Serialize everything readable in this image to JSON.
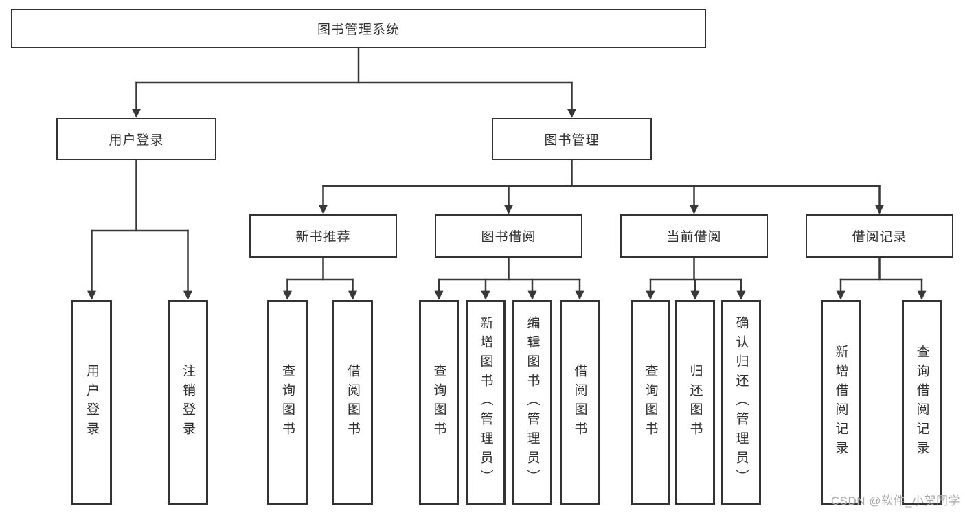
{
  "diagram": {
    "root": {
      "label": "图书管理系统"
    },
    "branches": [
      {
        "label": "用户登录",
        "children": [
          {
            "label": "用户登录"
          },
          {
            "label": "注销登录"
          }
        ]
      },
      {
        "label": "图书管理",
        "children": [
          {
            "label": "新书推荐",
            "children": [
              {
                "label": "查询图书"
              },
              {
                "label": "借阅图书"
              }
            ]
          },
          {
            "label": "图书借阅",
            "children": [
              {
                "label": "查询图书"
              },
              {
                "label": "新增图书（管理员）"
              },
              {
                "label": "编辑图书（管理员）"
              },
              {
                "label": "借阅图书"
              }
            ]
          },
          {
            "label": "当前借阅",
            "children": [
              {
                "label": "查询图书"
              },
              {
                "label": "归还图书"
              },
              {
                "label": "确认归还（管理员）"
              }
            ]
          },
          {
            "label": "借阅记录",
            "children": [
              {
                "label": "新增借阅记录"
              },
              {
                "label": "查询借阅记录"
              }
            ]
          }
        ]
      }
    ]
  },
  "watermark": {
    "text": "CSDN @软件_小贺同学"
  },
  "colors": {
    "line": "#383838",
    "border": "#333333",
    "text": "#2f2f2f",
    "background": "#ffffff",
    "watermark": "#aaaaaa"
  }
}
